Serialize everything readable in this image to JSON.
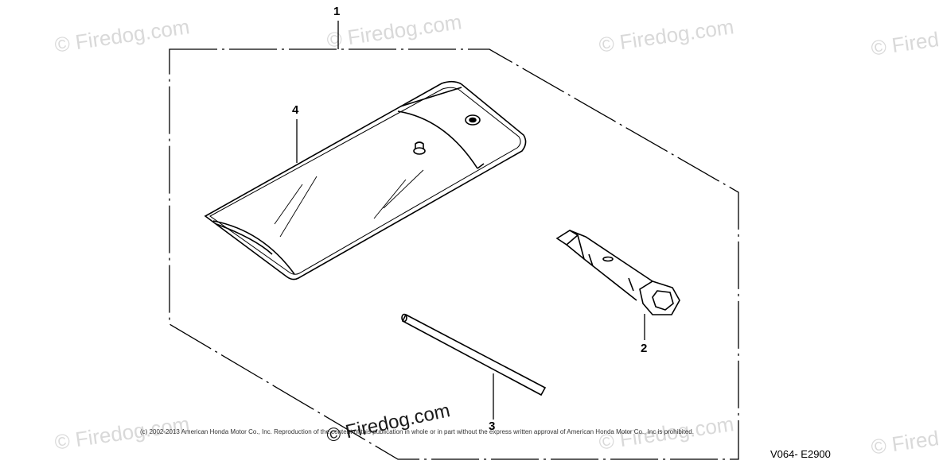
{
  "watermark": "© Firedog.com",
  "center_watermark": "© Firedog.com",
  "callouts": {
    "frame": "1",
    "wrench": "2",
    "bar": "3",
    "bag": "4"
  },
  "copyright": "(c) 2002-2013 American Honda Motor Co., Inc. Reproduction of the content of this publication in whole or in part without the express written approval of American Honda Motor Co., Inc is prohibited.",
  "ref_code": "V064- E2900",
  "colors": {
    "line": "#000000",
    "watermark": "#d9d9d9"
  }
}
